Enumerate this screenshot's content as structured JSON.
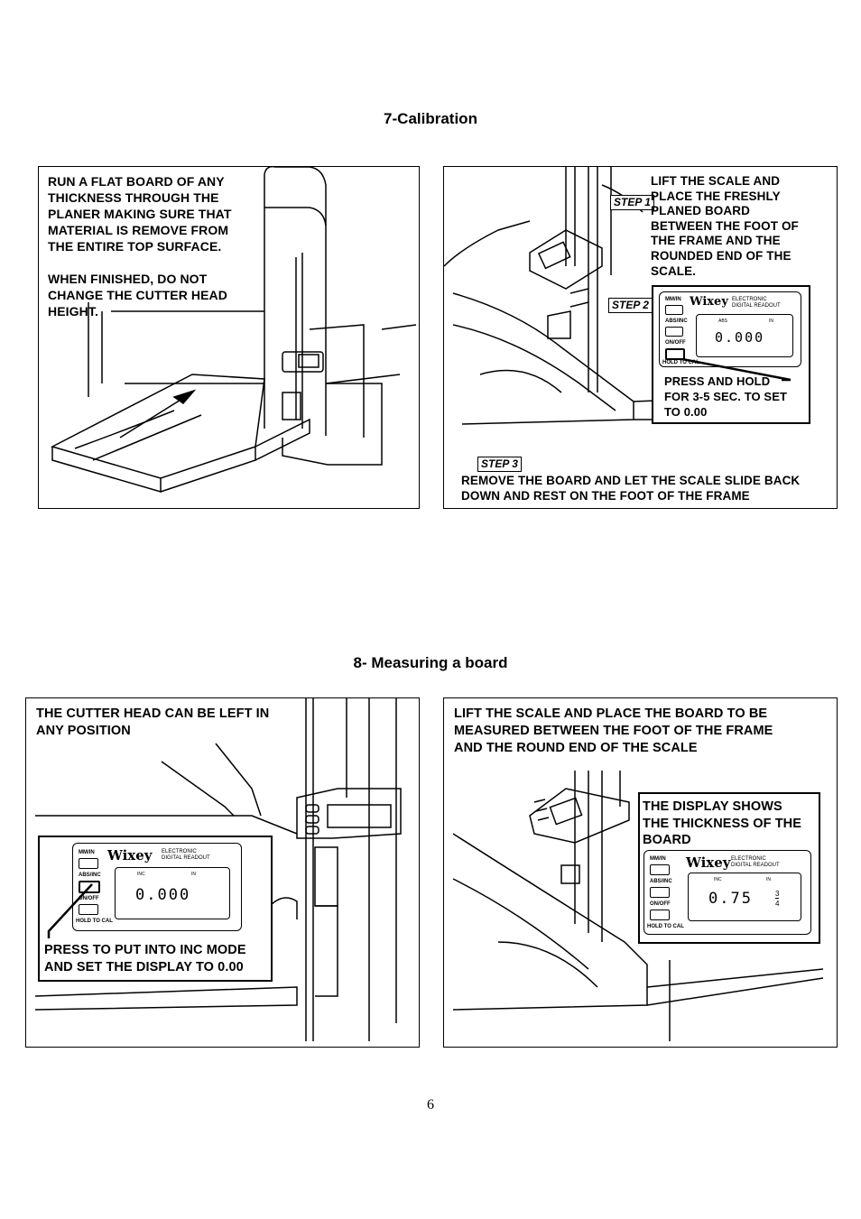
{
  "section7": {
    "title": "7-Calibration",
    "left_caption": "RUN A FLAT BOARD OF ANY\nTHICKNESS THROUGH THE\nPLANER MAKING SURE THAT\nMATERIAL IS REMOVE FROM\nTHE ENTIRE TOP SURFACE.\n\nWHEN FINISHED, DO NOT\nCHANGE THE CUTTER HEAD\nHEIGHT.",
    "step1_tag": "STEP 1",
    "step1_text": "LIFT THE SCALE AND\nPLACE THE FRESHLY\nPLANED BOARD\nBETWEEN THE FOOT OF\nTHE FRAME AND THE\nROUNDED END OF THE\nSCALE.",
    "step2_tag": "STEP 2",
    "step2_text": "PRESS AND HOLD\nFOR 3-5 SEC. TO SET\nTO 0.00",
    "step3_tag": "STEP 3",
    "step3_text": "REMOVE THE BOARD AND LET THE SCALE SLIDE BACK\nDOWN AND REST ON THE FOOT OF THE FRAME",
    "readout": {
      "brand": "Wixey",
      "sub": "ELECTRONIC\nDIGITAL READOUT",
      "mmin": "MM/IN",
      "absinc": "ABS/INC",
      "onoff": "ON/OFF",
      "hold": "HOLD TO CAL",
      "mode": "ABS",
      "unit": "IN",
      "value": "0.000"
    }
  },
  "section8": {
    "title": "8- Measuring a board",
    "left_caption": "THE CUTTER HEAD CAN BE LEFT IN\nANY POSITION",
    "left_note": "PRESS TO PUT INTO INC MODE\nAND SET THE DISPLAY TO 0.00",
    "right_caption": "LIFT THE SCALE AND PLACE THE BOARD TO BE\nMEASURED BETWEEN THE FOOT OF THE FRAME\nAND THE ROUND END OF THE SCALE",
    "right_note": "THE DISPLAY SHOWS\nTHE THICKNESS OF THE\nBOARD",
    "readout_left": {
      "brand": "Wixey",
      "sub": "ELECTRONIC\nDIGITAL READOUT",
      "mmin": "MM/IN",
      "absinc": "ABS/INC",
      "onoff": "ON/OFF",
      "hold": "HOLD TO CAL",
      "mode": "INC",
      "unit": "IN",
      "value": "0.000"
    },
    "readout_right": {
      "brand": "Wixey",
      "sub": "ELECTRONIC\nDIGITAL READOUT",
      "mmin": "MM/IN",
      "absinc": "ABS/INC",
      "onoff": "ON/OFF",
      "hold": "HOLD TO CAL",
      "mode": "INC",
      "unit": "IN",
      "value": "0.75",
      "frac_num": "3",
      "frac_den": "4"
    }
  },
  "page_number": "6"
}
